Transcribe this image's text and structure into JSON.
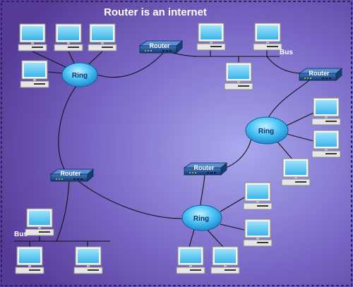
{
  "title": "Router is an internet",
  "labels": {
    "ring": "Ring",
    "router": "Router",
    "bus": "Bus"
  },
  "icons": {
    "computer": "desktop-computer-icon",
    "router": "router-device-icon",
    "ring": "ring-hub-icon"
  },
  "colors": {
    "background_center": "#a4a6ea",
    "background_edge": "#5b3e9c",
    "ring_fill": "#3db8f0",
    "router_fill": "#1f4e8c",
    "screen": "#58c4ee",
    "link_line": "#111111"
  }
}
